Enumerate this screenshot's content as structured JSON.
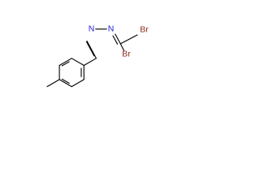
{
  "molecule": {
    "atoms": {
      "n1": {
        "symbol": "N",
        "color": "#1f1fd8"
      },
      "n2": {
        "symbol": "N",
        "color": "#1f1fd8"
      },
      "br1": {
        "symbol": "Br",
        "color": "#8b2a1a"
      },
      "br2": {
        "symbol": "Br",
        "color": "#8b2a1a"
      }
    },
    "bond_color": "#000000"
  }
}
